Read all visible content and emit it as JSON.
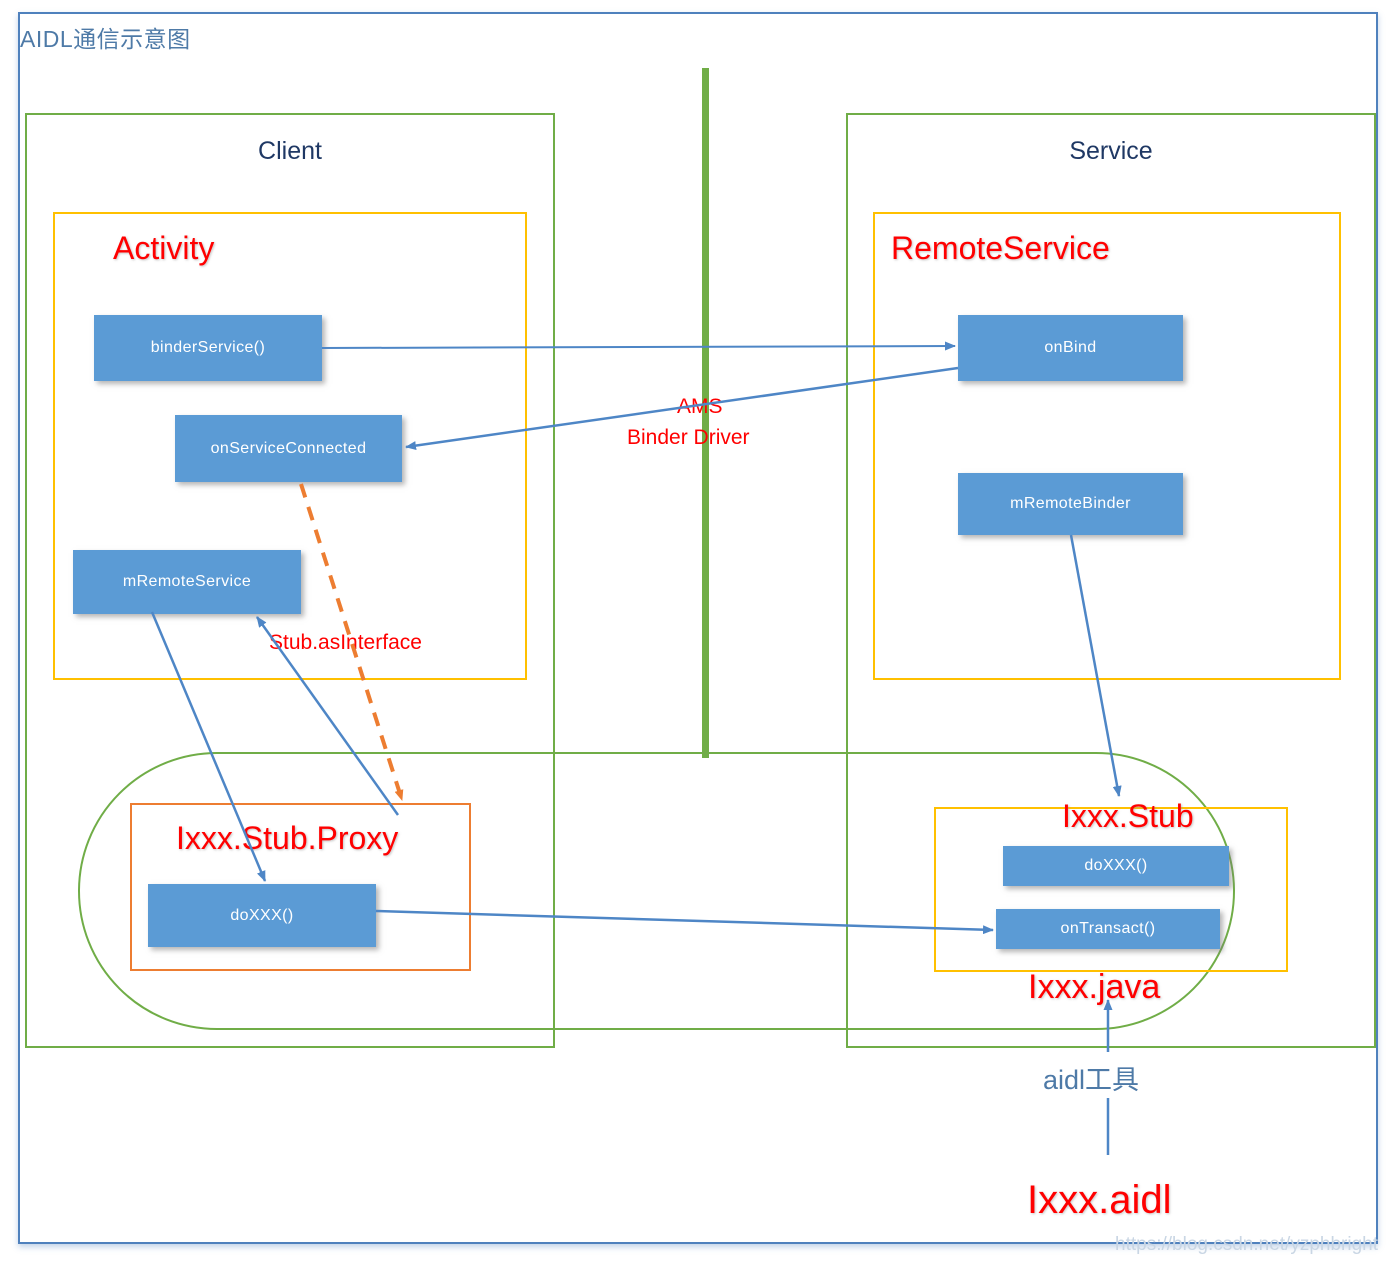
{
  "diagram": {
    "title": "AIDL通信示意图",
    "watermark": "https://blog.csdn.net/yzphbright",
    "colors": {
      "frame_border": "#4F81BD",
      "group_border": "#70AD47",
      "class_border_yellow": "#FFC000",
      "class_border_orange": "#ED7D31",
      "method_fill": "#5B9BD5",
      "accent_red": "#FF0000",
      "accent_blue": "#4E7AA7",
      "divider_green": "#70AD47",
      "arrow_blue": "#4E86C6",
      "arrow_orange": "#ED7D31"
    }
  },
  "groups": {
    "client": {
      "label": "Client"
    },
    "service": {
      "label": "Service"
    }
  },
  "classes": {
    "activity": {
      "title": "Activity"
    },
    "remote_service": {
      "title": "RemoteService"
    },
    "stub_proxy": {
      "title": "Ixxx.Stub.Proxy"
    },
    "stub": {
      "title": "Ixxx.Stub"
    }
  },
  "methods": {
    "bind_service": "binderService()",
    "on_service_connected": "onServiceConnected",
    "m_remote_service": "mRemoteService",
    "on_bind": "onBind",
    "m_remote_binder": "mRemoteBinder",
    "proxy_doxxx": "doXXX()",
    "stub_doxxx": "doXXX()",
    "on_transact": "onTransact()"
  },
  "annotations": {
    "ams": "AMS",
    "binder_driver": "Binder Driver",
    "stub_as_interface": "Stub.asInterface",
    "ixxx_java": "Ixxx.java",
    "aidl_tool": "aidl工具",
    "ixxx_aidl": "Ixxx.aidl"
  }
}
